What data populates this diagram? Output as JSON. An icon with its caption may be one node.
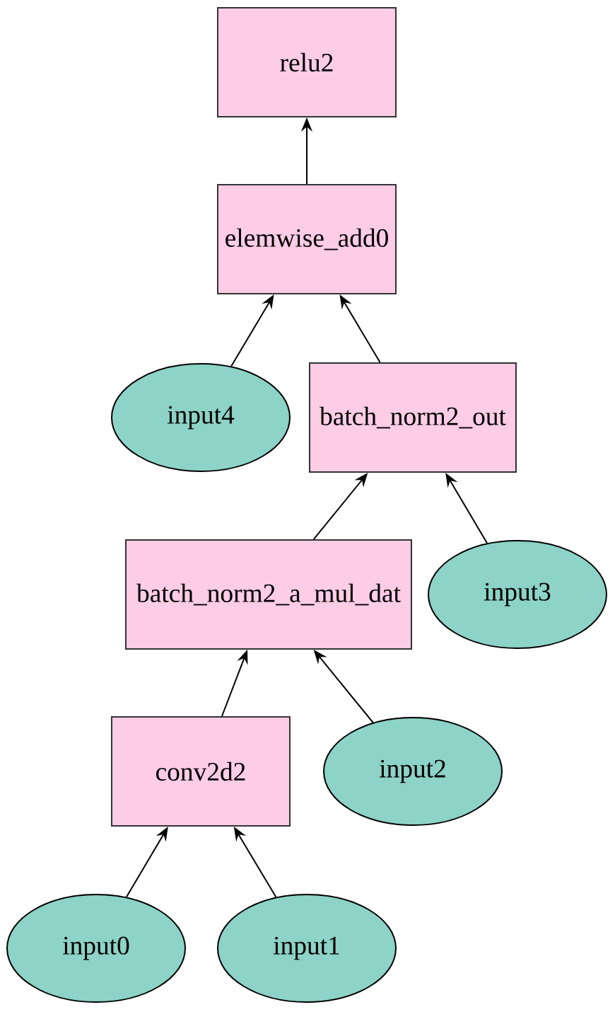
{
  "diagram": {
    "nodes": [
      {
        "text": [
          "relu2"
        ]
      },
      {
        "text": [
          "elemwise_add0"
        ]
      },
      {
        "text": [
          "input4"
        ]
      },
      {
        "text": [
          "batch_norm2_out"
        ]
      },
      {
        "text": [
          "batch_norm2_a_mul_dat"
        ]
      },
      {
        "text": [
          "input3"
        ]
      },
      {
        "text": [
          "conv2d2"
        ]
      },
      {
        "text": [
          "input2"
        ]
      },
      {
        "text": [
          "input0"
        ]
      },
      {
        "text": [
          "input1"
        ]
      }
    ],
    "edges": [
      {
        "from": 1,
        "to": 0,
        "arrow": "to"
      },
      {
        "from": 2,
        "to": 1,
        "arrow": "to"
      },
      {
        "from": 3,
        "to": 1,
        "arrow": "to"
      },
      {
        "from": 4,
        "to": 3,
        "arrow": "to"
      },
      {
        "from": 5,
        "to": 3,
        "arrow": "to"
      },
      {
        "from": 6,
        "to": 4,
        "arrow": "to"
      },
      {
        "from": 7,
        "to": 4,
        "arrow": "to"
      },
      {
        "from": 8,
        "to": 6,
        "arrow": "to"
      },
      {
        "from": 9,
        "to": 6,
        "arrow": "to"
      }
    ]
  }
}
